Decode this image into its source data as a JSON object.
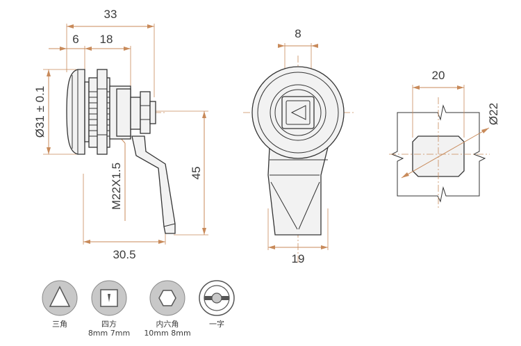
{
  "dimensions": {
    "overall_length": "33",
    "flange_thickness": "6",
    "body_length": "18",
    "flange_diameter": "Ø31 ± 0.1",
    "thread": "M22X1.5",
    "height": "45",
    "cam_reach": "30.5",
    "key_width": "8",
    "cam_width": "19",
    "cutout_flats": "20",
    "cutout_diameter": "Ø22"
  },
  "key_types": [
    {
      "icon": "triangle-key-icon",
      "label": "三角",
      "size": ""
    },
    {
      "icon": "square-key-icon",
      "label": "四方",
      "size": "8mm 7mm"
    },
    {
      "icon": "hexagon-key-icon",
      "label": "内六角",
      "size": "10mm 8mm"
    },
    {
      "icon": "slot-key-icon",
      "label": "一字",
      "size": ""
    }
  ],
  "colors": {
    "dimension": "#c88a5a",
    "outline": "#333333",
    "icon_fill": "#c8c8c8"
  }
}
